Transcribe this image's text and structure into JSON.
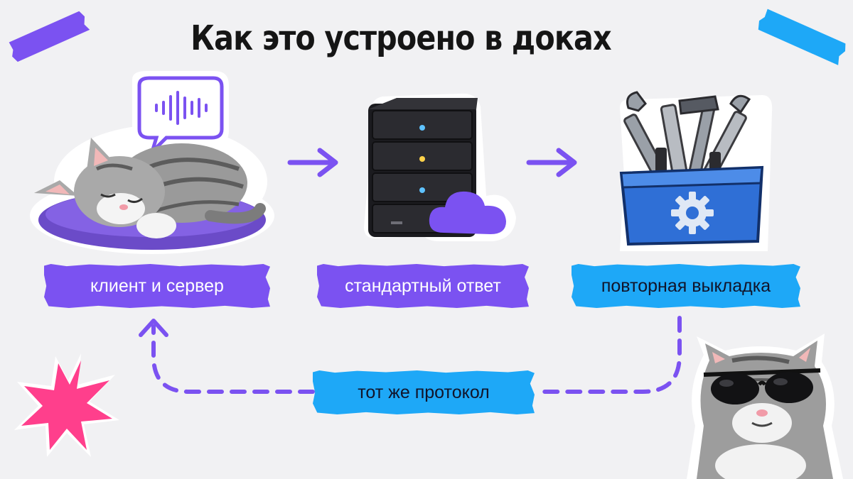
{
  "title": "Как это устроено в доках",
  "nodes": [
    {
      "id": "client",
      "label": "клиент и сервер",
      "icon": "sleeping-cat-icon"
    },
    {
      "id": "server",
      "label": "стандартный ответ",
      "icon": "server-cloud-icon"
    },
    {
      "id": "tools",
      "label": "повторная выкладка",
      "icon": "toolbox-icon"
    }
  ],
  "loop_label": "тот же протокол",
  "colors": {
    "background": "#f1f1f3",
    "violet": "#7b52f1",
    "blue": "#1ea8f7",
    "pink": "#ff3f8c",
    "arrow": "#7b52f1"
  }
}
